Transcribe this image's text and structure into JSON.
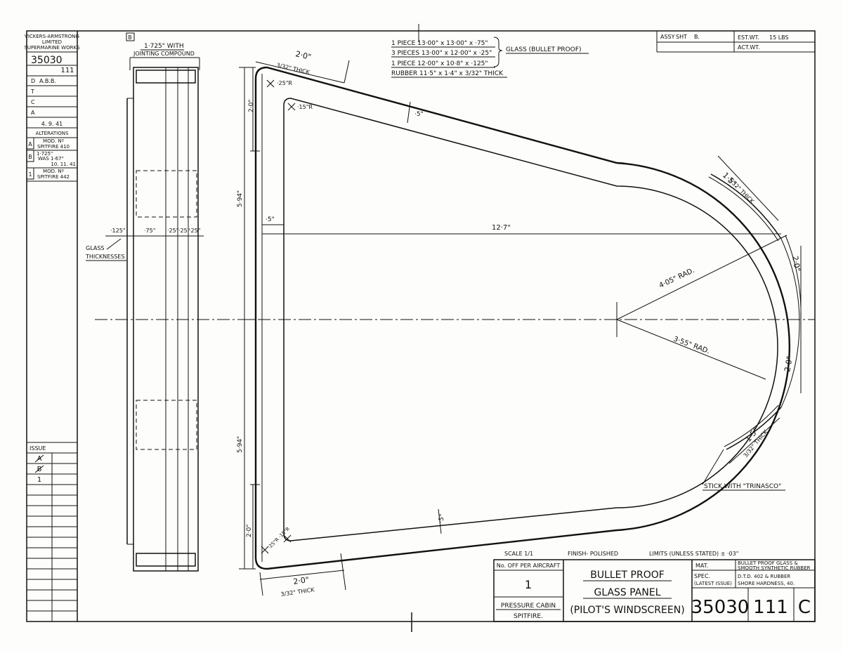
{
  "title_block": {
    "company_line1": "VICKERS-ARMSTRONG",
    "company_line2": "LIMITED",
    "company_line3": "SUPERMARINE WORKS",
    "drawing_no": "35030",
    "sub_no": "111",
    "rows": [
      {
        "label": "D",
        "value": "A.B.B."
      },
      {
        "label": "T",
        "value": ""
      },
      {
        "label": "C",
        "value": ""
      },
      {
        "label": "A",
        "value": ""
      }
    ],
    "date": "4. 9. 41",
    "alterations_header": "ALTERATIONS",
    "alterations": [
      {
        "letter": "A",
        "line1": "MOD. Nº",
        "line2": "SPITFIRE 410",
        "line3": ""
      },
      {
        "letter": "B",
        "line1": "1·725\"",
        "line2": "WAS 1·67\"",
        "line3": "10. 11. 41"
      },
      {
        "letter": "1",
        "line1": "MOD. Nº",
        "line2": "SPITFIRE 442",
        "line3": ""
      }
    ],
    "issue_header": "ISSUE",
    "issue_marks": [
      "A",
      "B",
      "1"
    ]
  },
  "top_right": {
    "assy_label": "ASSY",
    "sht_label": "SHT",
    "sht_value": "B.",
    "est_wt_label": "EST.WT.",
    "est_wt_value": "15 LBS",
    "act_wt_label": "ACT.WT."
  },
  "materials": {
    "lines": [
      "1 PIECE  13·00\" x 13·00\" x ·75\"",
      "3 PIECES  13·00\" x 12·00\" x ·25\"",
      "1 PIECE  12·00\" x 10·8\" x ·125\"",
      "RUBBER  11·5\" x 1·4\" x 3/32\" THICK"
    ],
    "glass_note": "GLASS (BULLET PROOF)"
  },
  "side_view": {
    "rev_mark": "B",
    "width_note_line1": "1·725\" WITH",
    "width_note_line2": "JOINTING COMPOUND",
    "thickness_labels": [
      "·125\"",
      "·75\"",
      "·25\"",
      "·25\"",
      "·25\""
    ],
    "glass_label_line1": "GLASS",
    "glass_label_line2": "THICKNESSES"
  },
  "main_view": {
    "dims": {
      "top_width": "2·0\"",
      "top_thick": "3/32\" THICK",
      "corner_r_outer": "·25\"R",
      "corner_r_inner": "·15\"R",
      "left_top": "2·0\"",
      "upper_half": "5·94\"",
      "lower_half": "5·94\"",
      "left_bottom": "2·0\"",
      "frame_top": "·5\"",
      "frame_left": "·5\"",
      "overall_length": "12·7\"",
      "rubber_top": "1·5\"",
      "rubber_top_thick": "3/32\" THICK",
      "right_tip": "2·0\"",
      "outer_rad": "4·05\" RAD.",
      "inner_rad": "3·55\" RAD.",
      "right_lower": "2·0\"",
      "rubber_bottom": "1·5\"",
      "rubber_bottom_thick": "3/32\" THICK",
      "frame_bottom": "·5\"",
      "bottom_width": "2·0\"",
      "bottom_thick": "3/32\" THICK",
      "bottom_corner": "·25\"R  ·15\"R",
      "stick_note": "STICK WITH \"TRINASCO\""
    }
  },
  "bottom_block": {
    "scale": "SCALE 1/1",
    "finish": "FINISH- POLISHED",
    "limits": "LIMITS (UNLESS STATED) ± ·03\"",
    "no_off_label": "No. OFF PER AIRCRAFT",
    "no_off_value": "1",
    "aircraft_line1": "PRESSURE CABIN",
    "aircraft_line2": "SPITFIRE.",
    "title_line1": "BULLET PROOF",
    "title_line2": "GLASS PANEL",
    "title_line3": "(PILOT'S WINDSCREEN)",
    "mat_label": "MAT.",
    "mat_value_line1": "BULLET PROOF GLASS &",
    "mat_value_line2": "SMOOTH SYNTHETIC RUBBER",
    "spec_label_line1": "SPEC.",
    "spec_label_line2": "(LATEST ISSUE)",
    "spec_value_line1": "D.T.D. 402 & RUBBER",
    "spec_value_line2": "SHORE HARDNESS, 40.",
    "drawing_no": "35030",
    "sub_no": "111",
    "issue": "C"
  }
}
